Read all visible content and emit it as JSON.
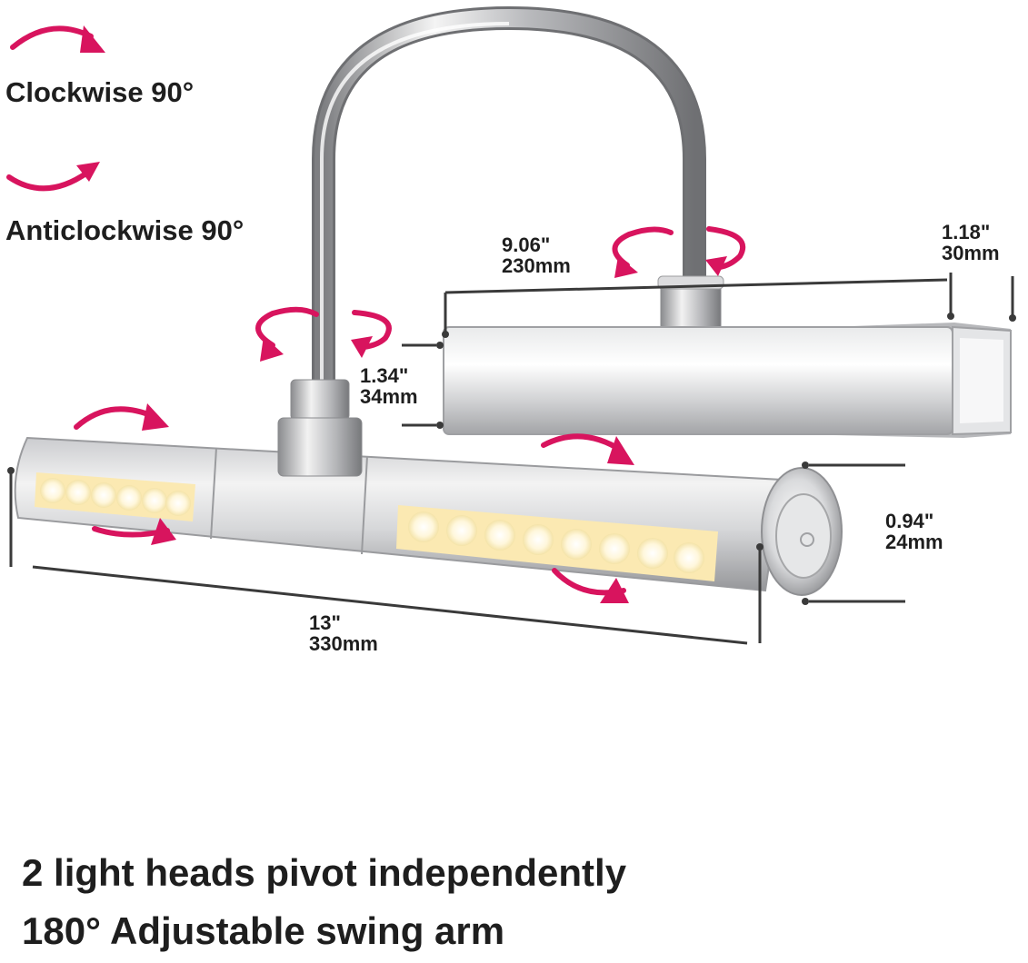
{
  "legend": {
    "clockwise": "Clockwise 90°",
    "anticlockwise": "Anticlockwise 90°",
    "arrow_color": "#d8145e"
  },
  "dimensions": {
    "upper_head_length": {
      "in": "9.06\"",
      "mm": "230mm"
    },
    "upper_head_depth": {
      "in": "1.18\"",
      "mm": "30mm"
    },
    "upper_head_height": {
      "in": "1.34\"",
      "mm": "34mm"
    },
    "lower_head_diameter": {
      "in": "0.94\"",
      "mm": "24mm"
    },
    "lower_head_length": {
      "in": "13\"",
      "mm": "330mm"
    }
  },
  "captions": {
    "line1": "2 light heads pivot independently",
    "line2": "180° Adjustable swing arm"
  },
  "colors": {
    "metal_light": "#f1f1f1",
    "metal_mid": "#c9cacc",
    "metal_dark": "#8d8e91",
    "led_glow": "#fff6d6",
    "dimension_line": "#3a3a3a",
    "text": "#1e1e1e"
  },
  "icons": [
    "curved-arrow-icon",
    "power-button-icon"
  ]
}
